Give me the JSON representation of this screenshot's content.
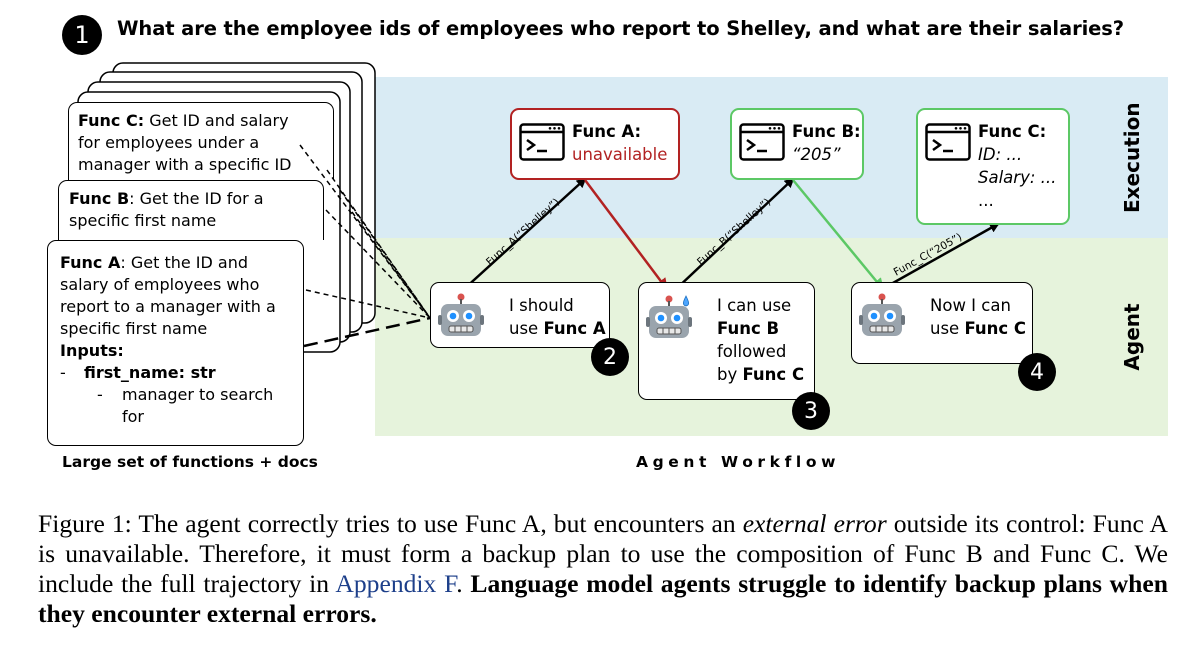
{
  "question": {
    "number": "1",
    "text": "What are the employee ids of employees who report to Shelley, and what are their salaries?"
  },
  "bands": {
    "execution_label": "Execution",
    "agent_label": "Agent"
  },
  "docs": {
    "func_c": {
      "name": "Func C:",
      "lines": [
        "Get ID and salary",
        "for employees under a",
        "manager with a specific ID"
      ]
    },
    "func_b": {
      "name": "Func B",
      "lines": [
        ": Get the ID for a",
        "specific first name"
      ]
    },
    "func_a": {
      "name": "Func A",
      "lines": [
        ": Get the ID and",
        "salary of employees who",
        "report to a manager with a",
        "specific first name"
      ],
      "inputs_label": "Inputs:",
      "input_bullet": "-",
      "input_name": "first_name: str",
      "input_desc_bullet": "-",
      "input_desc_lines": [
        "manager to search",
        "for"
      ]
    },
    "caption": "Large set of functions + docs"
  },
  "execution": {
    "a": {
      "title": "Func A:",
      "value": "unavailable"
    },
    "b": {
      "title": "Func B:",
      "value": "“205”"
    },
    "c": {
      "title": "Func C:",
      "line1": "ID: ...",
      "line2": "Salary: ...",
      "line3": "..."
    }
  },
  "agent": {
    "step1": {
      "line1": "I should",
      "line2_prefix": "use ",
      "line2_bold": "Func A"
    },
    "step2": {
      "line1": "I can use",
      "line2_bold": "Func B",
      "line3": "followed",
      "line4_prefix": "by ",
      "line4_bold": "Func C"
    },
    "step3": {
      "line1": "Now I can",
      "line2_prefix": "use ",
      "line2_bold": "Func C"
    },
    "badges": [
      "2",
      "3",
      "4"
    ]
  },
  "calls": {
    "a": "Func_A(“Shelley”)",
    "b": "Func_B(“Shelley”)",
    "c": "Func_C(“205”)"
  },
  "workflow_caption": "Agent Workflow",
  "figure_caption": {
    "part1": "Figure 1: The agent correctly tries to use Func A, but encounters an ",
    "italic": "external error",
    "part2": " outside its control: Func A is unavailable. Therefore, it must form a backup plan to use the composition of Func B and Func C. We include the full trajectory in ",
    "link": "Appendix F",
    "part3": ". ",
    "bold": "Language model agents struggle to identify backup plans when they encounter external errors."
  },
  "colors": {
    "execution_band": "#d9ebf4",
    "agent_band": "#e6f3dc",
    "error": "#b22222",
    "success": "#5cc865",
    "link": "#1d3f8a"
  }
}
